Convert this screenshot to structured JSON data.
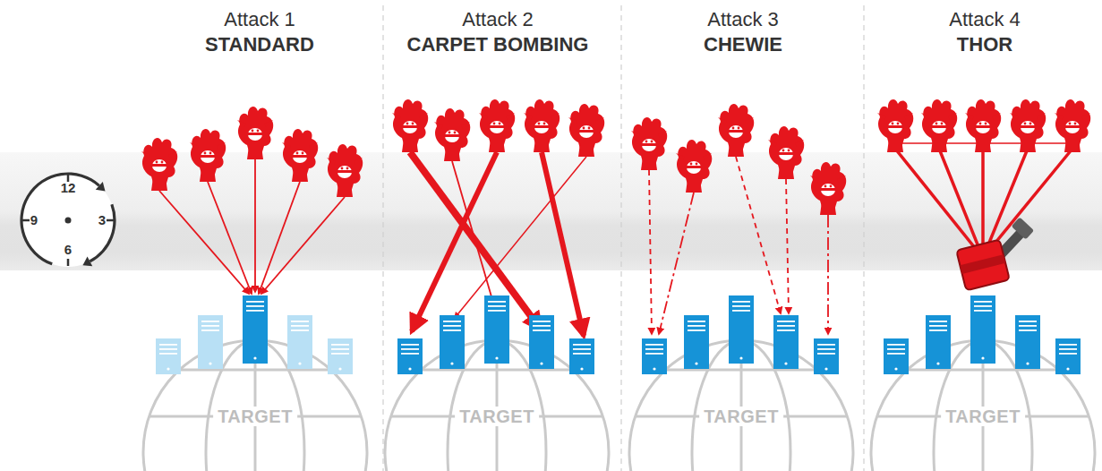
{
  "diagram": {
    "nodes": [
      {
        "text": [
          "12",
          "9",
          "3",
          "6"
        ]
      },
      {
        "text": [
          "TARGET"
        ]
      },
      {
        "text": [
          "TARGET"
        ]
      },
      {
        "text": [
          "TARGET"
        ]
      },
      {
        "text": [
          "TARGET"
        ]
      }
    ],
    "labels": [
      "Attack 1",
      "STANDARD",
      "Attack 2",
      "CARPET BOMBING",
      "Attack 3",
      "CHEWIE",
      "Attack 4",
      "THOR"
    ]
  }
}
